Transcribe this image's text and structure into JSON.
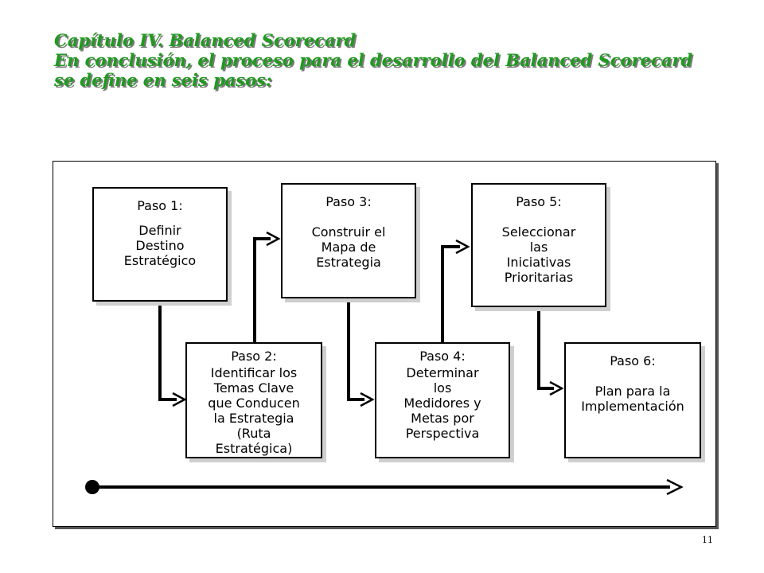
{
  "header": {
    "title": "Capítulo IV. Balanced Scorecard",
    "subtitle_line1": "En conclusión, el proceso para el desarrollo del Balanced Scorecard",
    "subtitle_line2": "se define en seis pasos:"
  },
  "steps": [
    {
      "label": "Paso 1:",
      "text": "Definir\nDestino\nEstratégico"
    },
    {
      "label": "Paso 2:",
      "text": "Identificar los\nTemas Clave\nque Conducen\nla Estrategia\n(Ruta\nEstratégica)"
    },
    {
      "label": "Paso 3:",
      "text": "Construir el\nMapa de\nEstrategia"
    },
    {
      "label": "Paso 4:",
      "text": "Determinar\nlos\nMedidores y\nMetas por\nPerspectiva"
    },
    {
      "label": "Paso 5:",
      "text": "Seleccionar\nlas\nIniciativas\nPrioritarias"
    },
    {
      "label": "Paso 6:",
      "text": "Plan para la\nImplementación"
    }
  ],
  "page_number": "11"
}
